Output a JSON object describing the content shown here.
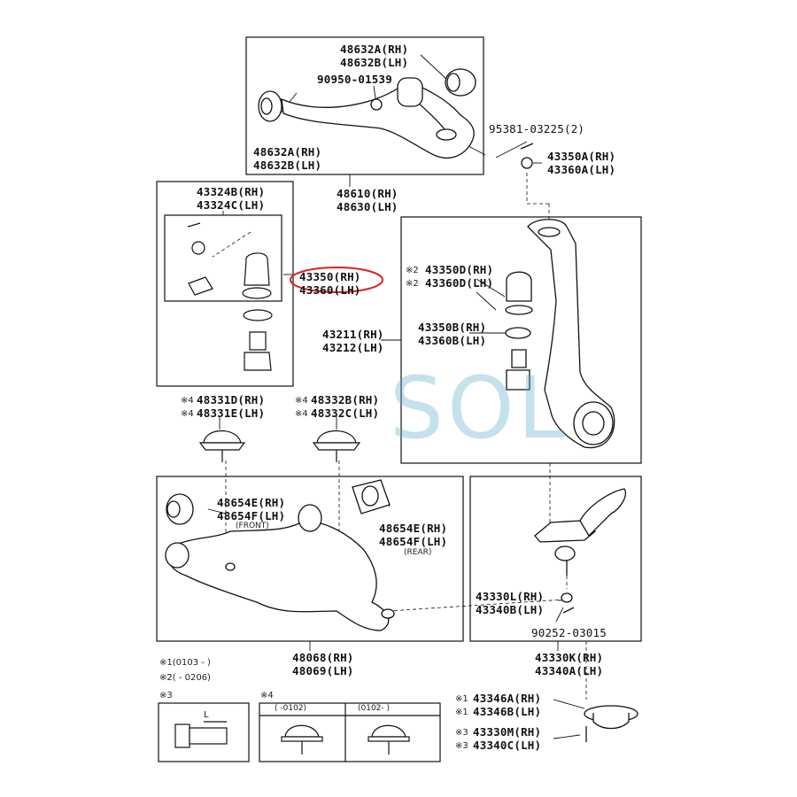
{
  "watermark": "SOL",
  "labels": {
    "upper_arm_bush_top": [
      "48632A(RH)",
      "48632B(LH)"
    ],
    "bolt_90950": "90950-01539",
    "upper_arm_bush_left": [
      "48632A(RH)",
      "48632B(LH)"
    ],
    "cotter_pin": "95381-03225(2)",
    "nut_43350A": [
      "43350A(RH)",
      "43360A(LH)"
    ],
    "upper_arm": [
      "48610(RH)",
      "48630(LH)"
    ],
    "boot_kit": [
      "43324B(RH)",
      "43324C(LH)"
    ],
    "highlight_part": [
      "43350(RH)",
      "43360(LH)"
    ],
    "knuckle": [
      "43211(RH)",
      "43212(LH)"
    ],
    "boot_43350D": [
      "43350D(RH)",
      "43360D(LH)"
    ],
    "boot_43350D_marks": [
      "※2",
      "※2"
    ],
    "ring_43350B": [
      "43350B(RH)",
      "43360B(LH)"
    ],
    "stopper_48331": [
      "48331D(RH)",
      "48331E(LH)"
    ],
    "stopper_48331_marks": [
      "※4",
      "※4"
    ],
    "stopper_48332": [
      "48332B(RH)",
      "48332C(LH)"
    ],
    "stopper_48332_marks": [
      "※4",
      "※4"
    ],
    "lower_bush_front": [
      "48654E(RH)",
      "48654F(LH)"
    ],
    "front_note": "(FRONT)",
    "lower_bush_rear": [
      "48654E(RH)",
      "48654F(LH)"
    ],
    "rear_note": "(REAR)",
    "lower_joint_nut": [
      "43330L(RH)",
      "43340B(LH)"
    ],
    "lower_cotter": "90252-03015",
    "lower_arm": [
      "48068(RH)",
      "48069(LH)"
    ],
    "lower_ball_joint": [
      "43330K(RH)",
      "43340A(LH)"
    ],
    "notes": [
      "※1(0103 -     )",
      "※2(       - 0206)"
    ],
    "cover_43346": [
      "43346A(RH)",
      "43346B(LH)"
    ],
    "cover_43346_marks": [
      "※1",
      "※1"
    ],
    "joint_43330M": [
      "43330M(RH)",
      "43340C(LH)"
    ],
    "joint_43330M_marks": [
      "※3",
      "※3"
    ],
    "detail3_title": "※3",
    "detail3_dim": "L",
    "detail4_title": "※4",
    "detail4_cols": [
      "(    -0102)",
      "(0102-     )"
    ]
  },
  "colors": {
    "highlight": "#e02020",
    "ink": "#111111",
    "watermark": "#5aaac8"
  }
}
